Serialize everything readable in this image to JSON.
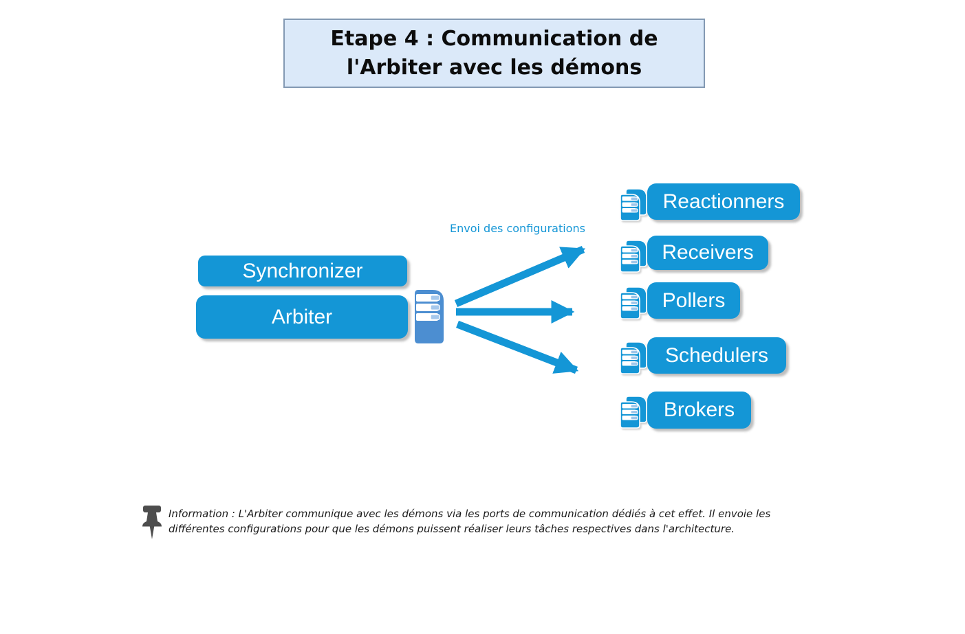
{
  "title": {
    "lines": [
      "Etape 4 : Communication de",
      "l'Arbiter avec les démons"
    ]
  },
  "left_column": {
    "nodes": [
      {
        "label": "Synchronizer"
      },
      {
        "label": "Arbiter"
      }
    ]
  },
  "flow": {
    "label": "Envoi des configurations",
    "arrow_count": 3
  },
  "daemons": [
    {
      "label": "Reactionners"
    },
    {
      "label": "Receivers"
    },
    {
      "label": "Pollers"
    },
    {
      "label": "Schedulers"
    },
    {
      "label": "Brokers"
    }
  ],
  "note": {
    "lines": [
      "Information : L'Arbiter communique avec les démons via les ports de communication dédiés à cet effet. Il envoie les",
      "différentes configurations pour que les démons puissent réaliser leurs tâches respectives dans l'architecture."
    ]
  },
  "icons": {
    "server": "server-icon",
    "daemon_group": "dual-server-icon",
    "note": "pushpin-icon"
  },
  "colors": {
    "node_blue": "#1496d6",
    "server_blue": "#4c8ed1",
    "label_blue": "#1496d6",
    "title_bg": "#dbe9f9",
    "title_border": "#8399b3",
    "pin_gray": "#4d4d4d"
  }
}
